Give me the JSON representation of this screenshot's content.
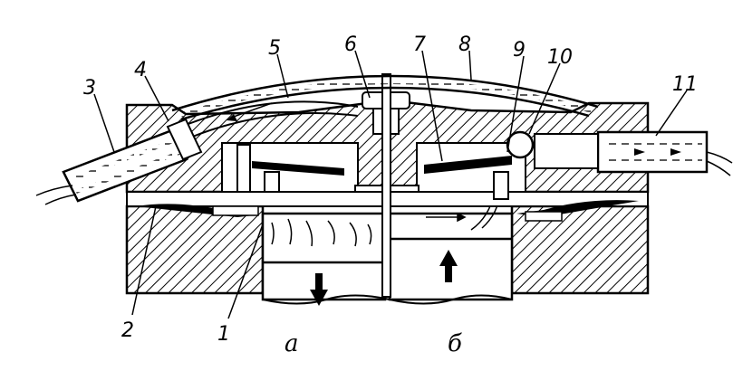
{
  "diagram": {
    "part_labels": [
      "1",
      "2",
      "3",
      "4",
      "5",
      "6",
      "7",
      "8",
      "9",
      "10",
      "11"
    ],
    "view_labels": [
      "а",
      "б"
    ]
  }
}
